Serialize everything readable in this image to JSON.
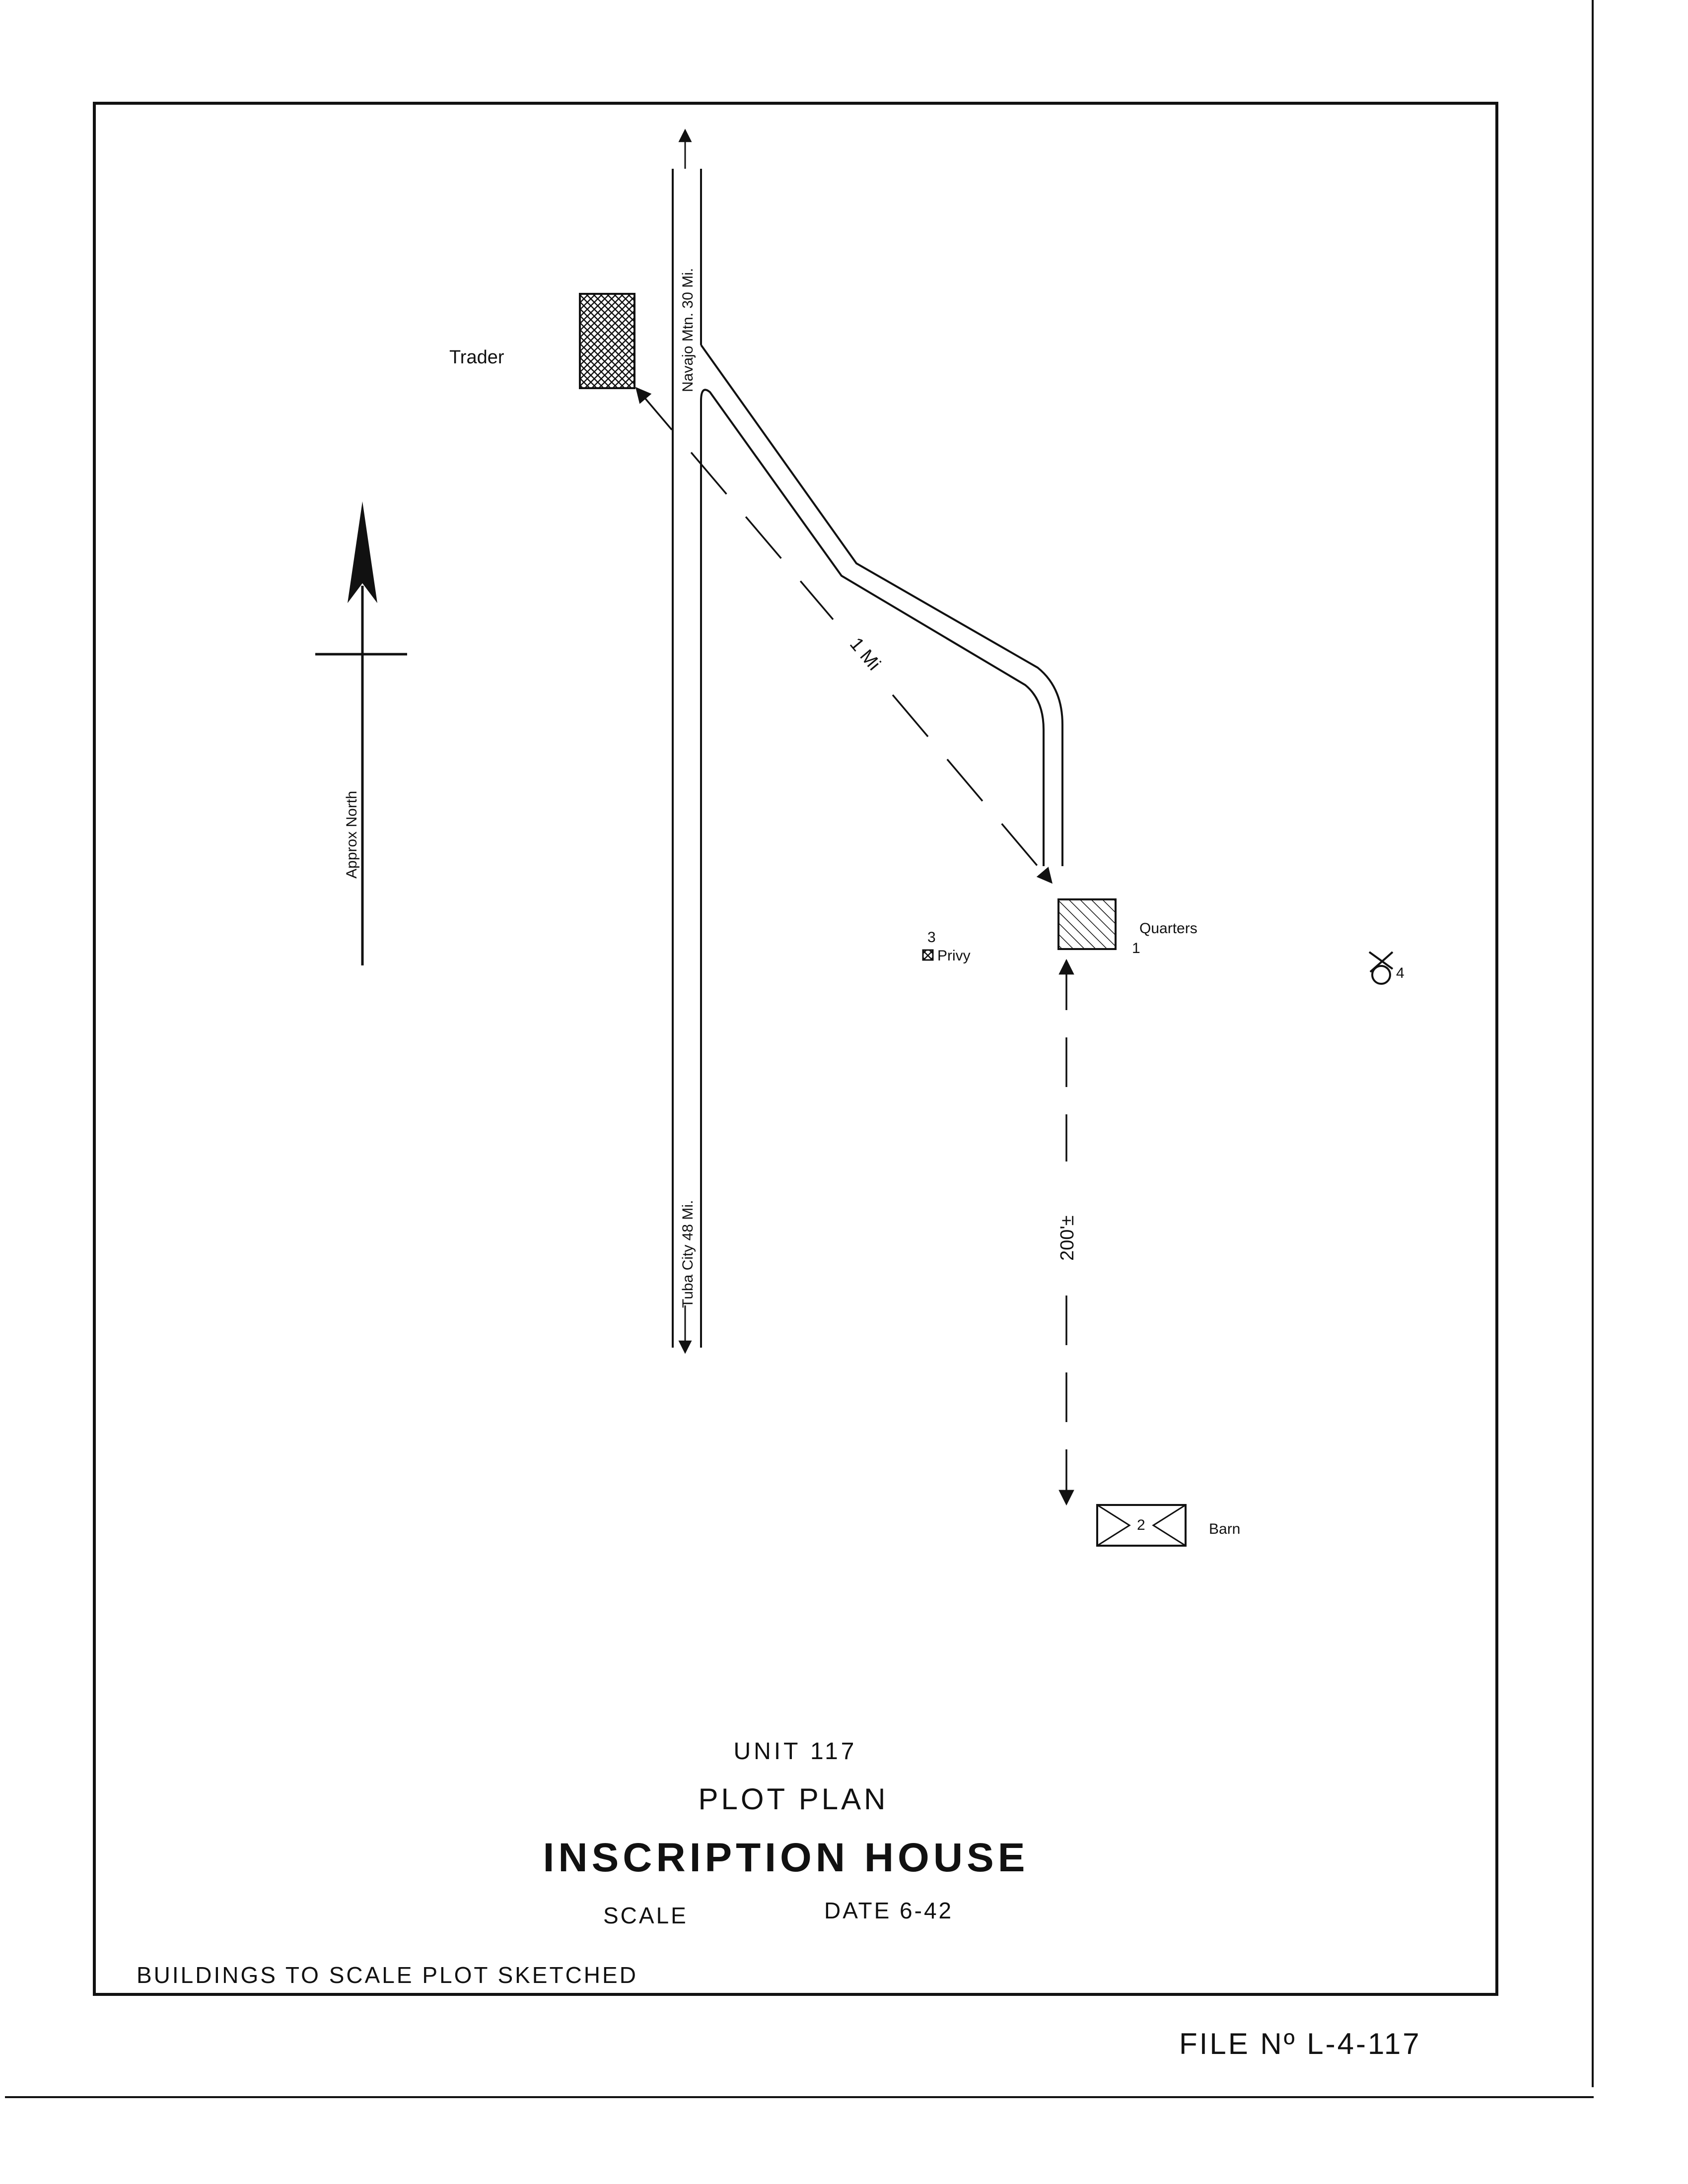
{
  "map": {
    "labels": {
      "trader": "Trader",
      "quarters": "Quarters",
      "quarters_number": "1",
      "privy": "Privy",
      "privy_number": "3",
      "barn": "Barn",
      "barn_number": "2",
      "well_number": "4",
      "north": "Approx North",
      "road_north": "Navajo Mtn. 30 Mi.",
      "road_south": "Tuba City 48 Mi.",
      "distance_trader": "1 Mi",
      "distance_barn": "200'±"
    }
  },
  "title_block": {
    "unit": "UNIT 117",
    "plan": "PLOT PLAN",
    "name": "INSCRIPTION HOUSE",
    "scale": "SCALE",
    "date": "DATE 6-42",
    "note": "BUILDINGS TO SCALE PLOT SKETCHED"
  },
  "file_number": "FILE Nº L-4-117"
}
